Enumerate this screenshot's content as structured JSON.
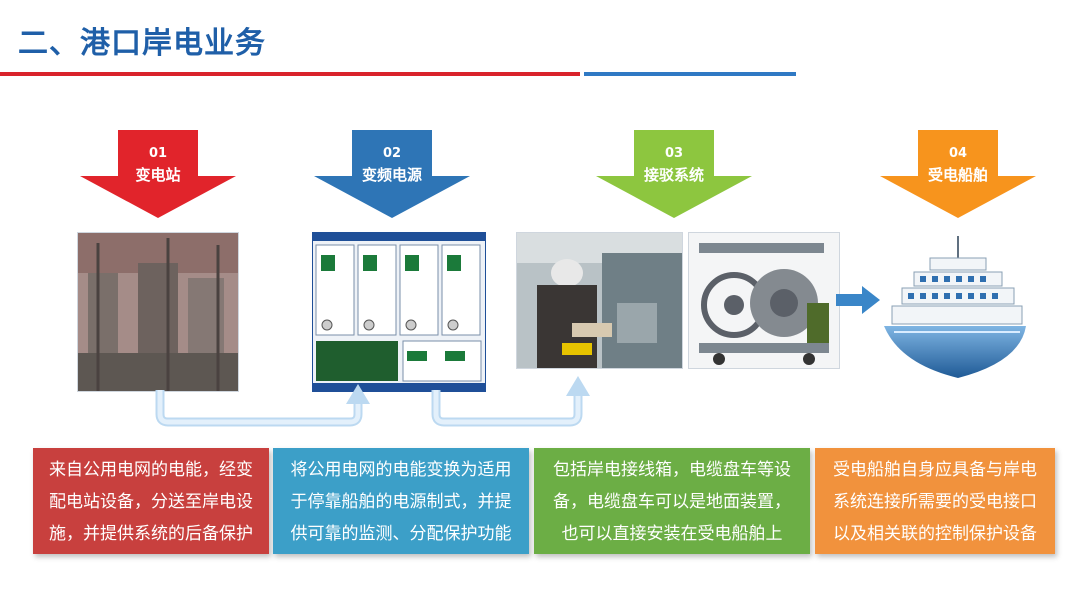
{
  "title": "二、港口岸电业务",
  "steps": [
    {
      "num": "01",
      "label": "变电站",
      "color": "#e1242b",
      "desc": "来自公用电网的电能，经变\n配电站设备，分送至岸电设\n施，并提供系统的后备保护",
      "desc_bg": "#c33b3b"
    },
    {
      "num": "02",
      "label": "变频电源",
      "color": "#2e75b6",
      "desc": "将公用电网的电能变换为适用\n于停靠船舶的电源制式，并提\n供可靠的监测、分配保护功能",
      "desc_bg": "#3a9bc4"
    },
    {
      "num": "03",
      "label": "接驳系统",
      "color": "#8dc63f",
      "desc": "包括岸电接线箱，电缆盘车等设\n备，电缆盘车可以是地面装置，\n也可以直接安装在受电船舶上",
      "desc_bg": "#6cae45"
    },
    {
      "num": "04",
      "label": "受电船舶",
      "color": "#f7941d",
      "desc": "受电船舶自身应具备与岸电\n系统连接所需要的受电接口\n以及相关联的控制保护设备",
      "desc_bg": "#f0903a"
    }
  ]
}
